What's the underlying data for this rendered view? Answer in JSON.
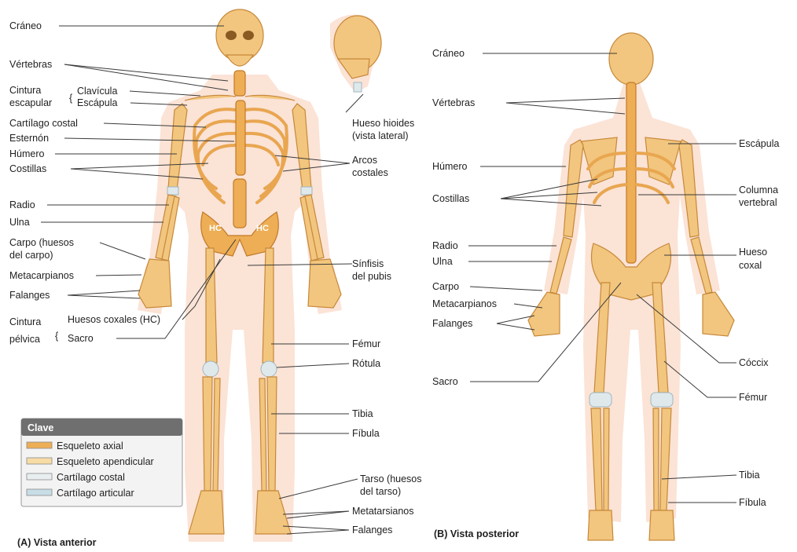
{
  "anterior": {
    "caption": "(A) Vista anterior",
    "labels_left": {
      "craneo": "Cráneo",
      "vertebras": "Vértebras",
      "cintura_escapular_1": "Cintura",
      "cintura_escapular_2": "escapular",
      "clavicula": "Clavícula",
      "escapula": "Escápula",
      "cartilago_costal": "Cartílago costal",
      "esternon": "Esternón",
      "humero": "Húmero",
      "costillas": "Costillas",
      "radio": "Radio",
      "ulna": "Ulna",
      "carpo_1": "Carpo (huesos",
      "carpo_2": "del carpo)",
      "metacarpianos": "Metacarpianos",
      "falanges": "Falanges",
      "cintura_pelvica_1": "Cintura",
      "cintura_pelvica_2": "pélvica",
      "huesos_coxales": "Huesos coxales (HC)",
      "sacro": "Sacro"
    },
    "labels_right": {
      "hueso_hioides_1": "Hueso hioides",
      "hueso_hioides_2": "(vista lateral)",
      "arcos_costales_1": "Arcos",
      "arcos_costales_2": "costales",
      "sinfisis_1": "Sínfisis",
      "sinfisis_2": "del pubis",
      "femur": "Fémur",
      "rotula": "Rótula",
      "tibia": "Tibia",
      "fibula": "Fíbula",
      "tarso_1": "Tarso (huesos",
      "tarso_2": "del tarso)",
      "metatarsianos": "Metatarsianos",
      "falanges": "Falanges"
    },
    "hc_left": "HC",
    "hc_right": "HC"
  },
  "posterior": {
    "caption": "(B) Vista posterior",
    "labels_left": {
      "craneo": "Cráneo",
      "vertebras": "Vértebras",
      "humero": "Húmero",
      "costillas": "Costillas",
      "radio": "Radio",
      "ulna": "Ulna",
      "carpo": "Carpo",
      "metacarpianos": "Metacarpianos",
      "falanges": "Falanges",
      "sacro": "Sacro"
    },
    "labels_right": {
      "escapula": "Escápula",
      "columna_1": "Columna",
      "columna_2": "vertebral",
      "coxal_1": "Hueso",
      "coxal_2": "coxal",
      "coccix": "Cóccix",
      "femur": "Fémur",
      "tibia": "Tibia",
      "fibula": "Fíbula"
    }
  },
  "key": {
    "title": "Clave",
    "items": [
      {
        "label": "Esqueleto axial",
        "color": "#eeae55"
      },
      {
        "label": "Esqueleto apendicular",
        "color": "#f7dca6"
      },
      {
        "label": "Cartílago costal",
        "color": "#e9eef0"
      },
      {
        "label": "Cartílago articular",
        "color": "#c8dde6"
      }
    ]
  }
}
